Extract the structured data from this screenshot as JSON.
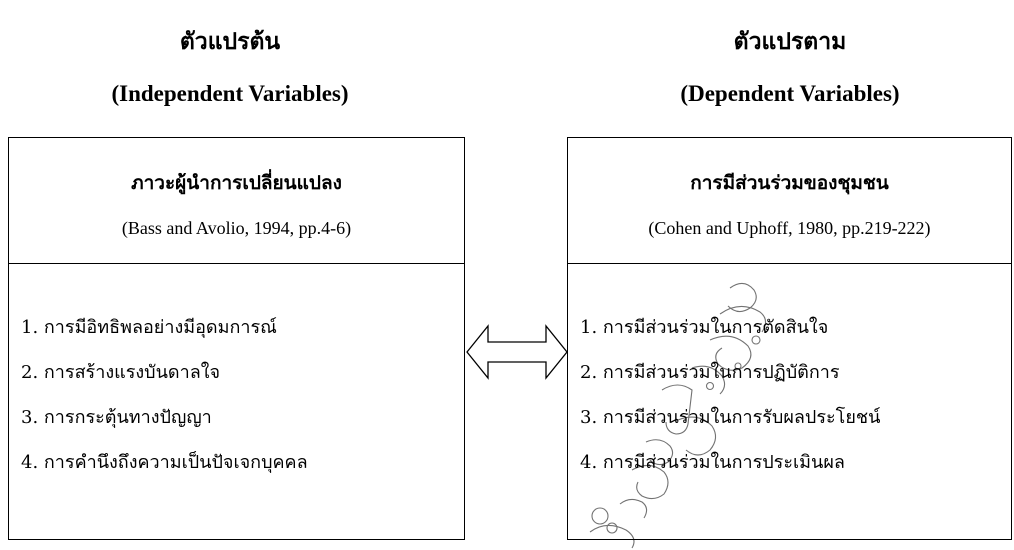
{
  "independent": {
    "heading_th": "ตัวแปรต้น",
    "heading_en": "(Independent Variables)",
    "title": "ภาวะผู้นำการเปลี่ยนแปลง",
    "citation": "(Bass and Avolio, 1994, pp.4-6)",
    "items": [
      "1. การมีอิทธิพลอย่างมีอุดมการณ์",
      "2. การสร้างแรงบันดาลใจ",
      "3. การกระตุ้นทางปัญญา",
      "4. การคำนึงถึงความเป็นปัจเจกบุคคล"
    ]
  },
  "dependent": {
    "heading_th": "ตัวแปรตาม",
    "heading_en": "(Dependent Variables)",
    "title": "การมีส่วนร่วมของชุมชน",
    "citation": "(Cohen and Uphoff, 1980, pp.219-222)",
    "items": [
      "1. การมีส่วนร่วมในการตัดสินใจ",
      "2. การมีส่วนร่วมในการปฏิบัติการ",
      "3. การมีส่วนร่วมในการรับผลประโยชน์",
      "4. การมีส่วนร่วมในการประเมินผล"
    ]
  },
  "connector": {
    "icon": "double-arrow-icon"
  },
  "watermark": {
    "text": "มหาวิทยาลัยราชภัฏธนบุรี",
    "color": "#000000"
  }
}
